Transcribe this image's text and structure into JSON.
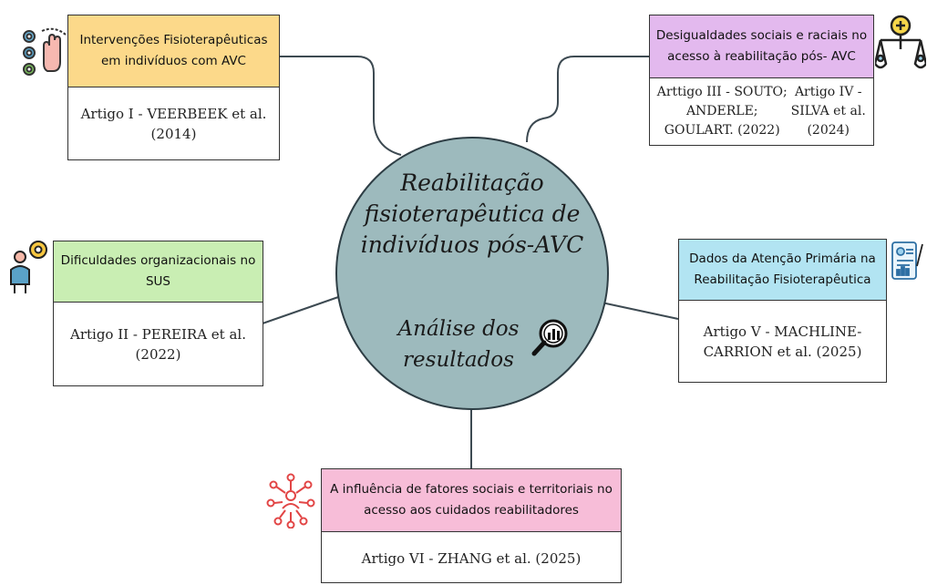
{
  "center": {
    "title": "Reabilitação fisioterapêutica de indivíduos pós-AVC",
    "subtitle": "Análise dos resultados",
    "icon": "magnifier-chart-icon"
  },
  "nodes": {
    "n1": {
      "heading": "Intervenções Fisioterapêuticas em indivíduos com AVC",
      "body": [
        "Artigo I - VEERBEEK et al. (2014)"
      ],
      "color": "#fcd98a",
      "icon": "gears-hand-icon"
    },
    "n2": {
      "heading": "Desigualdades sociais e raciais no acesso à reabilitação pós- AVC",
      "body": [
        "Arttigo III - SOUTO; ANDERLE; GOULART. (2022)",
        "Artigo IV - SILVA et al. (2024)"
      ],
      "color": "#e3b9ee",
      "icon": "balance-scale-people-icon"
    },
    "n3": {
      "heading": "Dificuldades organizacionais no SUS",
      "body": [
        "Artigo II - PEREIRA et al. (2022)"
      ],
      "color": "#c9eeb3",
      "icon": "person-gear-icon"
    },
    "n4": {
      "heading": "Dados da Atenção Primária na Reabilitação Fisioterapêutica",
      "body": [
        "Artigo V - MACHLINE-CARRION et al. (2025)"
      ],
      "color": "#b2e4f2",
      "icon": "data-report-icon"
    },
    "n5": {
      "heading": "A influência de fatores sociais e territoriais no acesso aos cuidados reabilitadores",
      "body": [
        "Artigo VI - ZHANG et al. (2025)"
      ],
      "color": "#f7bdd8",
      "icon": "network-people-icon"
    }
  }
}
